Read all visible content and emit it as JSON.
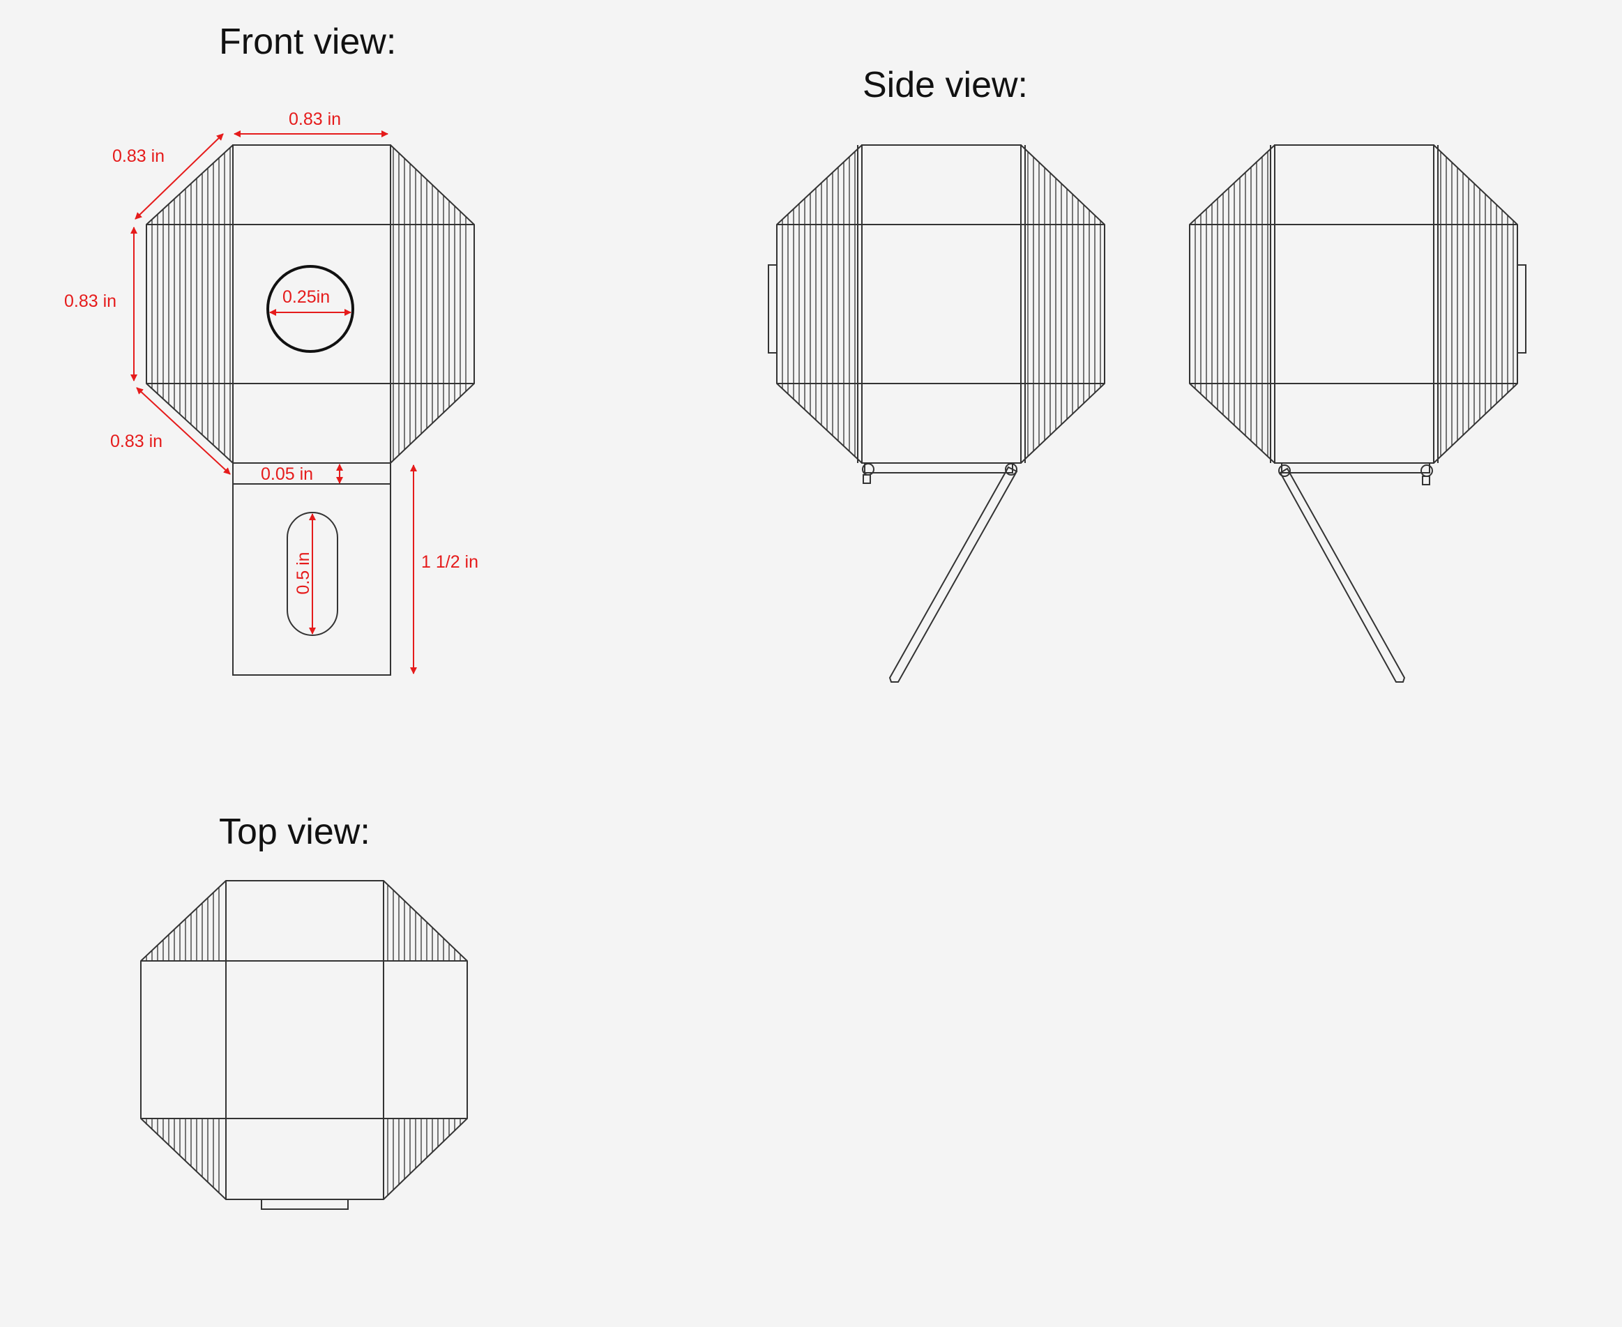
{
  "titles": {
    "front": "Front view:",
    "side": "Side view:",
    "top": "Top view:"
  },
  "dimensions": {
    "top_edge": "0.83 in",
    "upper_diagonal": "0.83 in",
    "left_edge": "0.83 in",
    "lower_diagonal": "0.83 in",
    "hole_diameter": "0.25in",
    "gap": "0.05 in",
    "slot_length": "0.5 in",
    "stand_height": "1 1/2 in"
  },
  "colors": {
    "background": "#f4f4f4",
    "line": "#333333",
    "dimension": "#e51b1b",
    "text": "#111111"
  }
}
